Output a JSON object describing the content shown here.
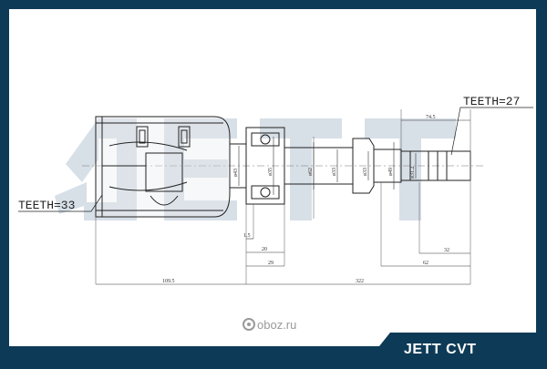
{
  "labels": {
    "teeth_left": "TEETH=33",
    "teeth_right": "TEETH=27"
  },
  "dimensions": {
    "d_74_5": "74.5",
    "d_1_5": "1.5",
    "d_20": "20",
    "d_29": "29",
    "d_109_5": "109.5",
    "d_322": "322",
    "d_32": "32",
    "d_62": "62",
    "dia_43": "ø43",
    "dia_35": "ø35",
    "dia_62": "ø62",
    "dia_33a": "ø33",
    "dia_33b": "ø33",
    "dia_49": "ø49",
    "dia_31_2": "ø31.2"
  },
  "brand": {
    "logo_text": "JETT",
    "footer_label": "JETT CVT",
    "watermark": "oboz.ru"
  },
  "colors": {
    "frame_border": "#0d3a56",
    "panel": "#ffffff",
    "logo_ghost": "#b8c6d4",
    "part_fill": "#e9ecef"
  }
}
